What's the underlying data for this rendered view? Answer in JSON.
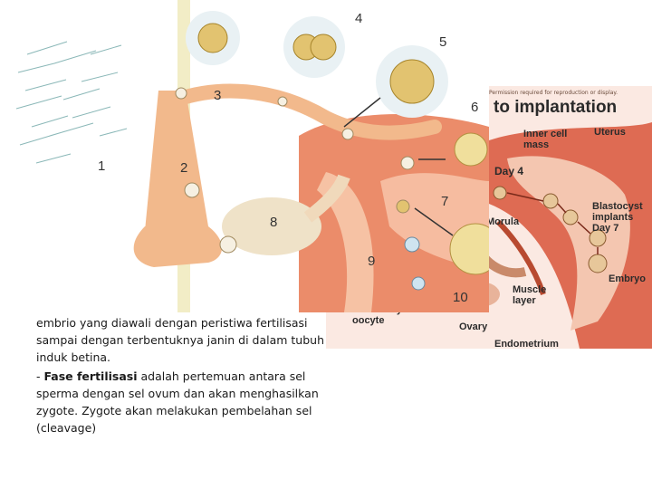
{
  "figure_main": {
    "numbers": [
      "1",
      "2",
      "3",
      "4",
      "5",
      "6",
      "7",
      "8",
      "9",
      "10"
    ]
  },
  "figure_right": {
    "permission_note": "Permission required for reproduction or display.",
    "title": "to implantation",
    "labels": {
      "inner_cell_mass": "Inner cell mass",
      "uterus": "Uterus",
      "day4": "Day 4",
      "morula": "Morula",
      "blastocyst": "Blastocyst implants Day 7",
      "embryo": "Embryo",
      "muscle_layer": "Muscle layer",
      "secondary_oocyte": "secondary oocyte",
      "ovary": "Ovary",
      "endometrium": "Endometrium"
    }
  },
  "text": {
    "line_a": "embrio yang diawali dengan peristiwa fertilisasi sampai dengan terbentuknya janin di dalam tubuh induk betina.",
    "fase_term": "Fase fertilisasi",
    "fase_rest": " adalah pertemuan antara sel sperma dengan sel ovum dan akan menghasilkan zygote. Zygote akan melakukan pembelahan sel (cleavage)"
  },
  "colors": {
    "tissue": "#f2b98c",
    "tissue_dark": "#d9864f",
    "uterus_red": "#d8553a",
    "bg_panel": "#fbe9e2"
  }
}
